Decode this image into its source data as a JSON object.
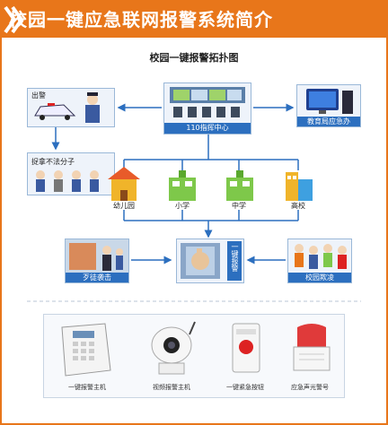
{
  "header": {
    "title": "校园一键应急联网报警系统简介"
  },
  "diagram": {
    "title": "校园一键报警拓扑图",
    "command_center": "110指挥中心",
    "dispatch": "出警",
    "arrest": "捉拿不法分子",
    "education_bureau": "教育局应急办",
    "schools": [
      "幼儿园",
      "小学",
      "中学",
      "高校"
    ],
    "attack_event": "歹徒袭击",
    "panic_button": "一键报警",
    "bullying_event": "校园欺凌"
  },
  "devices": [
    {
      "label": "一键报警主机"
    },
    {
      "label": "视频报警主机"
    },
    {
      "label": "一键紧急按钮"
    },
    {
      "label": "应急声光警号"
    }
  ],
  "colors": {
    "accent": "#e8761a",
    "line": "#2c6fbf"
  }
}
